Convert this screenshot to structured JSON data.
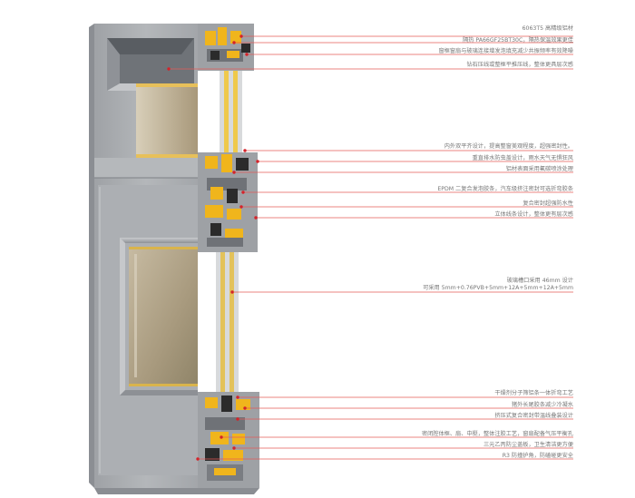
{
  "colors": {
    "frame": "#a7aaae",
    "frame_dark": "#7d8186",
    "frame_light": "#c8cacd",
    "insulation": "#f0b51c",
    "gasket": "#2b2b2b",
    "glass": "#b7a98e",
    "leader_line": "#e45b57",
    "leader_dot": "#d4232a",
    "text": "#777777"
  },
  "annotations": [
    {
      "id": "a1",
      "text": "6063T5 高精级铝材"
    },
    {
      "id": "a2",
      "text": "隔热 PA66GF25BT30C，隔热保温效果更佳"
    },
    {
      "id": "a3",
      "text": "窗框窗扇与玻璃连接增发泡填充减少共振频率有效降噪"
    },
    {
      "id": "a4",
      "text": "钻石压线或整框平推压线，整体更具层次感"
    },
    {
      "id": "a5",
      "text": "内外双平齐设计，提高整窗美观程度，超强密封性。"
    },
    {
      "id": "a6",
      "text": "重直排水防虫盖设计，雨水天气无惧狂风"
    },
    {
      "id": "a7",
      "text": "铝材表面采用氟碳喷涂处理"
    },
    {
      "id": "a8",
      "text": "EPDM 二复合发泡胶条，汽车级挤注密封可选折弯胶条"
    },
    {
      "id": "a9",
      "text": "复合密封超强防水性"
    },
    {
      "id": "a10",
      "text": "立体线条设计，整体更有层次感"
    },
    {
      "id": "a11",
      "text": "玻璃槽口采用 46mm 设计\n可采用 5mm+0.76PVB+5mm+12A+5mm+12A+5mm"
    },
    {
      "id": "a12",
      "text": "干燥剂分子筛铝条一体折弯工艺"
    },
    {
      "id": "a13",
      "text": "猪外长尾胶条减少冷凝水"
    },
    {
      "id": "a14",
      "text": "挤压式复合密封带温线叠装设计"
    },
    {
      "id": "a15",
      "text": "密闭腔体框、扇、中梃，整体注胶工艺，窗扇配备气压平衡孔"
    },
    {
      "id": "a16",
      "text": "三元乙丙防尘盖板，卫生清洁更方便"
    },
    {
      "id": "a17",
      "text": "R3 防撞护角，防磕碰更安全"
    }
  ]
}
